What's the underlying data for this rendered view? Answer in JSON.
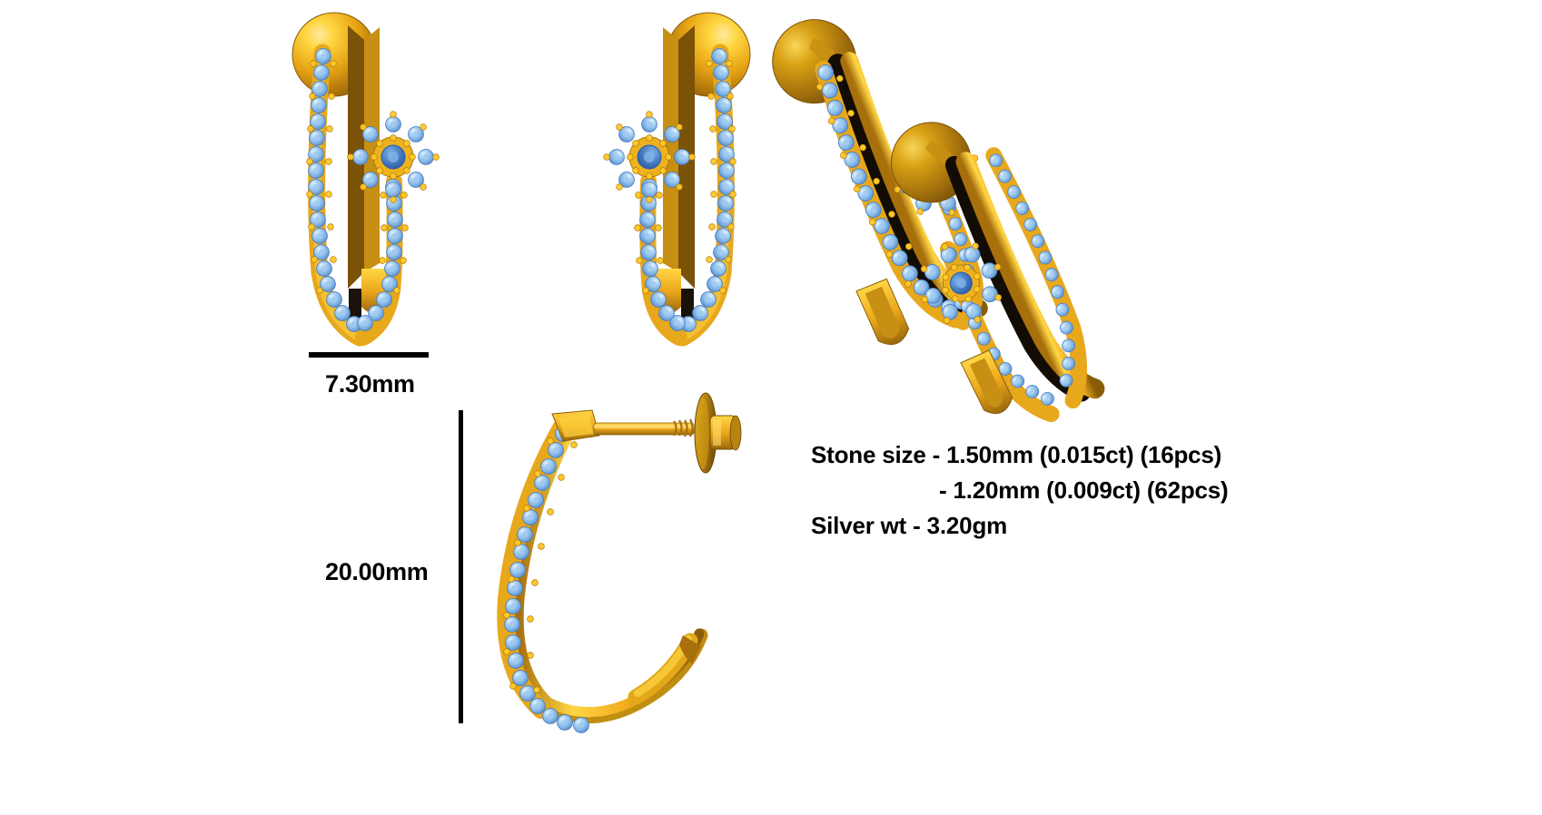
{
  "document": {
    "type": "jewelry-cad-spec-sheet",
    "product": "gold J-hoop earrings with pave blue gemstones and flower cluster",
    "background_color": "#ffffff"
  },
  "dimensions": {
    "width_label": "7.30mm",
    "height_label": "20.00mm"
  },
  "specs": {
    "line1": "Stone size - 1.50mm (0.015ct) (16pcs)",
    "line2": "- 1.20mm (0.009ct) (62pcs)",
    "line3": "Silver wt - 3.20gm"
  },
  "materials": {
    "gold_light": "#ffd23a",
    "gold_mid": "#f0a81e",
    "gold_dark": "#a8700c",
    "gold_deep": "#6b4708",
    "gold_highlight": "#ffe88a",
    "stone_light": "#cfe9fb",
    "stone_mid": "#8dc0ee",
    "stone_dark": "#4a7fc0",
    "stone_center": "#2f63b5",
    "shadow": "#000000",
    "text": "#000000"
  },
  "views": [
    {
      "name": "front-pair-left-earring",
      "label": "front view left"
    },
    {
      "name": "front-pair-right-earring",
      "label": "front view right"
    },
    {
      "name": "angled-pair-left-earring",
      "label": "angled view left"
    },
    {
      "name": "angled-pair-right-earring",
      "label": "angled view right"
    },
    {
      "name": "side-single-earring",
      "label": "side view with screw back post"
    }
  ]
}
